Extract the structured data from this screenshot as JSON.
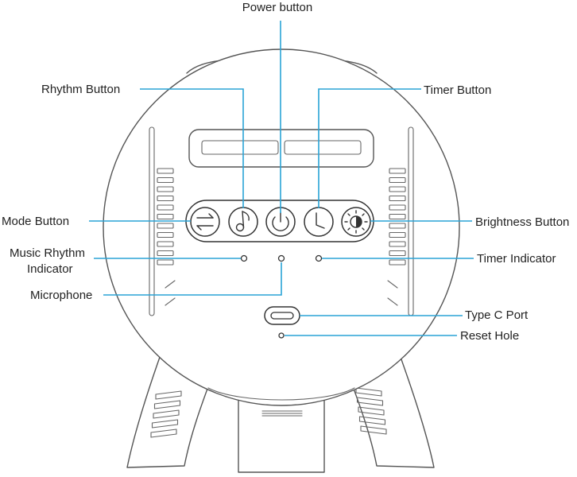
{
  "colors": {
    "leader": "#2aa3d6",
    "outline": "#555555",
    "text": "#222222"
  },
  "labels": {
    "power_button": "Power button",
    "rhythm_button": "Rhythm Button",
    "timer_button": "Timer Button",
    "mode_button": "Mode Button",
    "brightness_button": "Brightness Button",
    "music_rhythm_indicator_line1": "Music Rhythm",
    "music_rhythm_indicator_line2": "Indicator",
    "timer_indicator": "Timer Indicator",
    "microphone": "Microphone",
    "type_c_port": "Type C Port",
    "reset_hole": "Reset Hole"
  },
  "icons": {
    "mode": "arrows-swap-icon",
    "rhythm": "music-note-icon",
    "power": "power-icon",
    "timer": "clock-icon",
    "brightness": "sun-icon"
  }
}
